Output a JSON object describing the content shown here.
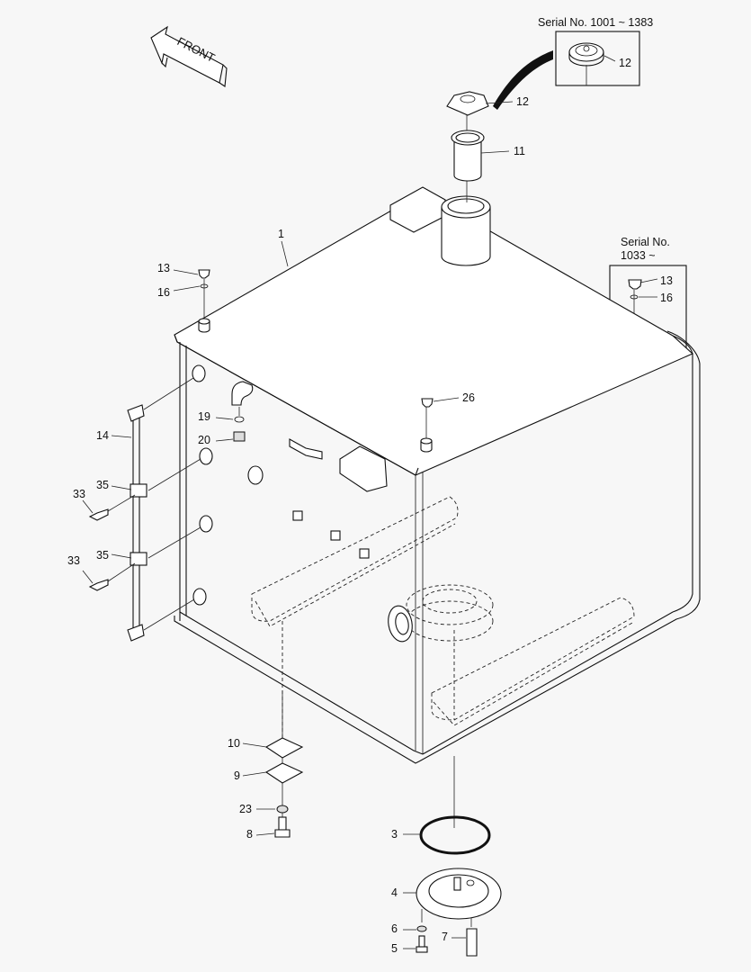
{
  "diagram": {
    "type": "exploded-parts-view",
    "subject": "hydraulic tank assembly",
    "background": "#f7f7f7",
    "line_color": "#111111",
    "front_arrow": {
      "label": "FRONT",
      "icon": "front-direction-arrow-icon"
    },
    "insets": [
      {
        "title": "Serial No. 1001 ~ 1383",
        "callouts": [
          "12"
        ]
      },
      {
        "title_line1": "Serial No.",
        "title_line2": "1033 ~",
        "callouts": [
          "13",
          "16"
        ]
      }
    ],
    "callouts": {
      "c1": "1",
      "c3": "3",
      "c4": "4",
      "c5": "5",
      "c6": "6",
      "c7": "7",
      "c8": "8",
      "c9": "9",
      "c10": "10",
      "c11": "11",
      "c12_top": "12",
      "c12_inset": "12",
      "c13_left": "13",
      "c13_inset": "13",
      "c14": "14",
      "c16_left": "16",
      "c16_inset": "16",
      "c19": "19",
      "c20": "20",
      "c23": "23",
      "c26": "26",
      "c33_a": "33",
      "c33_b": "33",
      "c35_a": "35",
      "c35_b": "35"
    }
  }
}
